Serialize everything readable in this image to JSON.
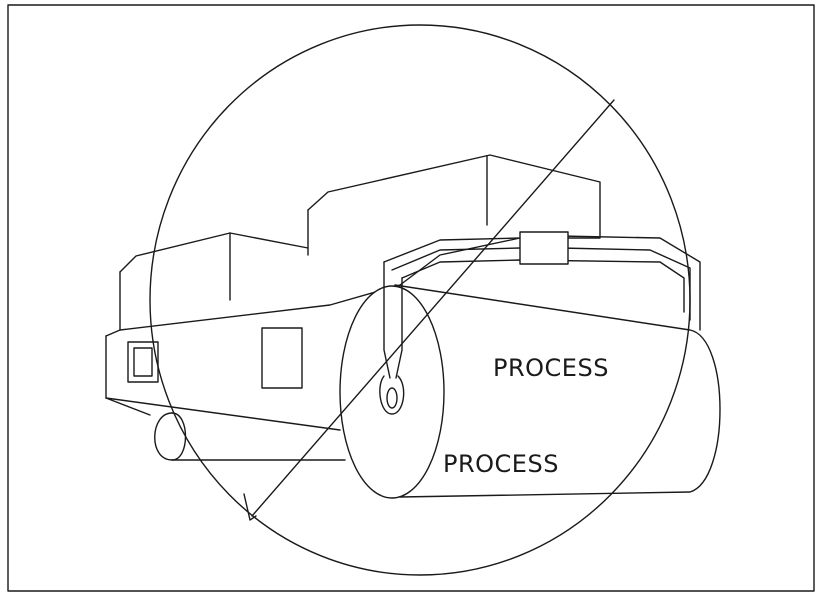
{
  "figure": {
    "labels": {
      "drum_front": "PROCESS",
      "drum_back": "PROCESS"
    },
    "colors": {
      "ink": "#1a1a1a",
      "background": "#ffffff"
    },
    "symbol": "prohibition-circle-slash"
  }
}
